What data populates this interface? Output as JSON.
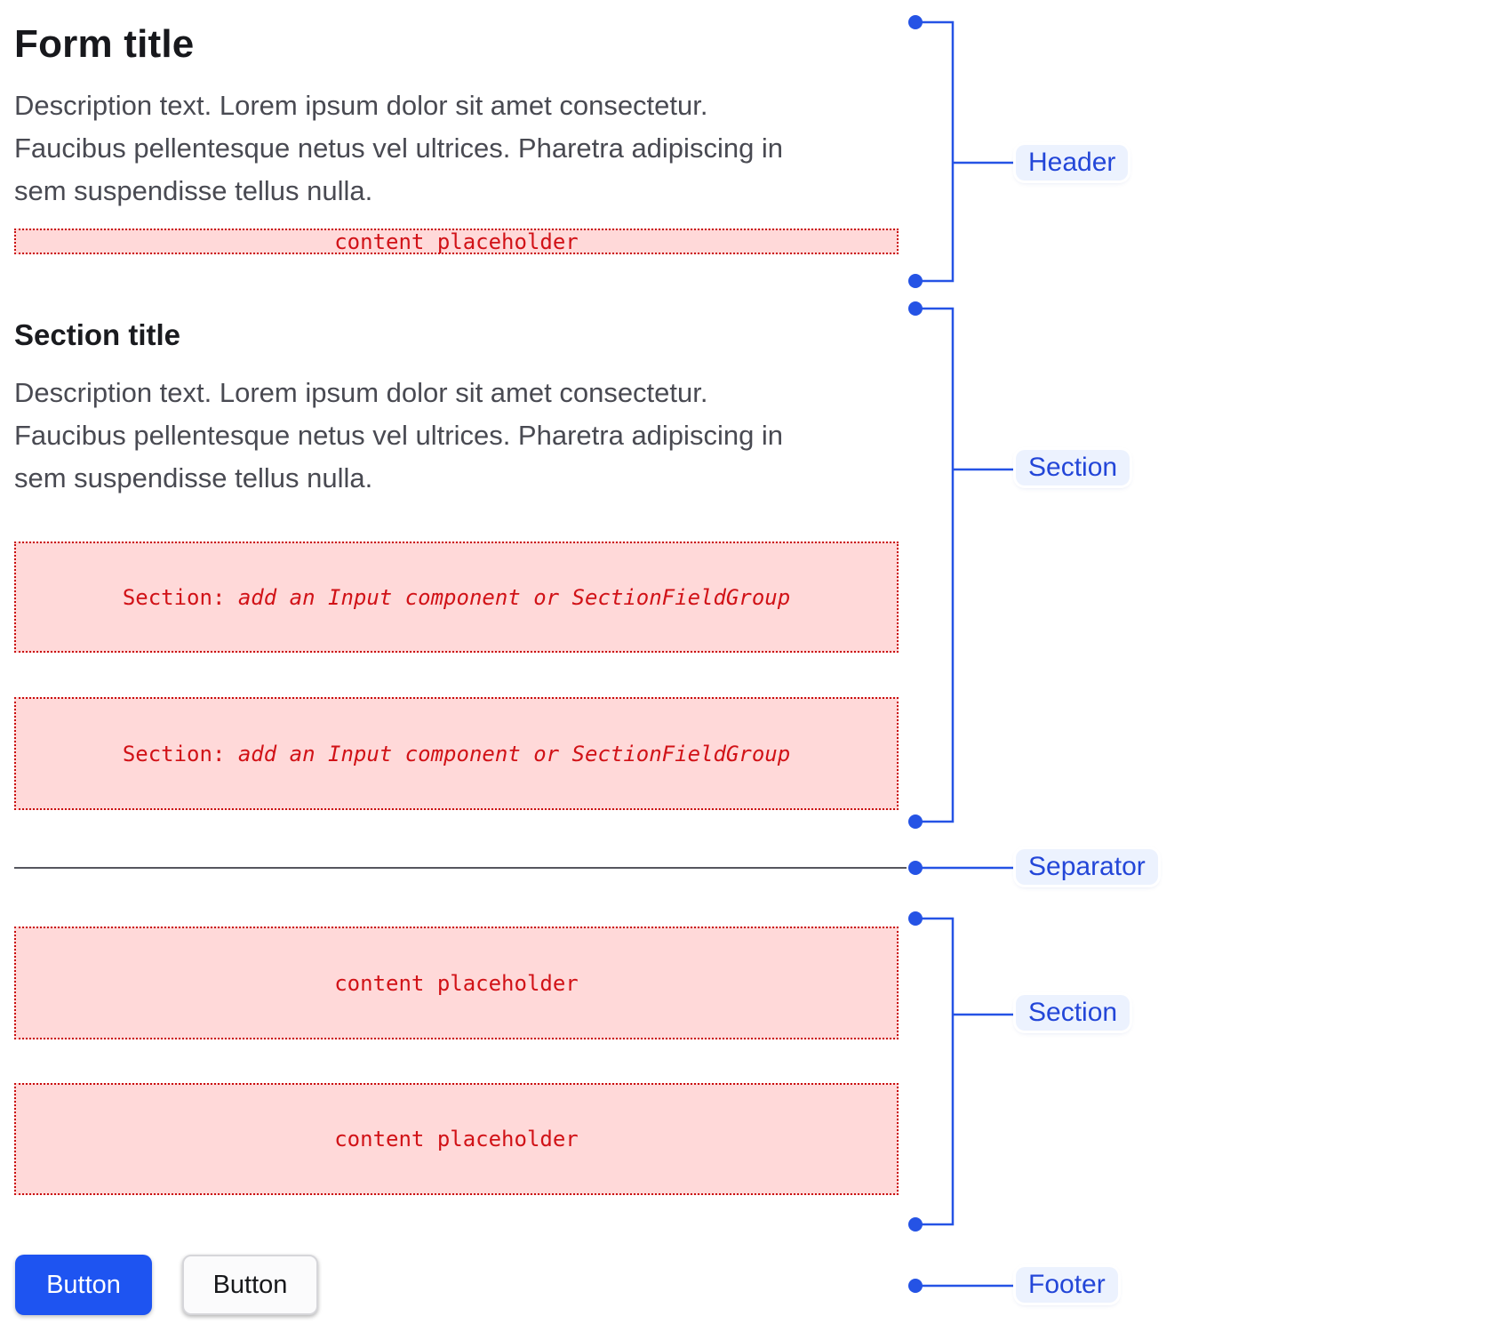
{
  "form": {
    "title": "Form title",
    "description_lines": [
      "Description text. Lorem ipsum dolor sit amet consectetur.",
      "Faucibus pellentesque netus vel ultrices. Pharetra adipiscing in",
      "sem suspendisse tellus nulla."
    ],
    "header_content_placeholder": "content placeholder",
    "section": {
      "title": "Section title",
      "description_lines": [
        "Description text. Lorem ipsum dolor sit amet consectetur.",
        "Faucibus pellentesque netus vel ultrices. Pharetra adipiscing in",
        "sem suspendisse tellus nulla."
      ],
      "input_placeholder_prefix": "Section: ",
      "input_placeholder_rest": "add an Input component or SectionFieldGroup"
    },
    "content_placeholder": "content placeholder",
    "footer": {
      "primary_button_label": "Button",
      "secondary_button_label": "Button"
    }
  },
  "annotations": {
    "header_label": "Header",
    "section_label_1": "Section",
    "separator_label": "Separator",
    "section_label_2": "Section",
    "footer_label": "Footer"
  },
  "colors": {
    "annotation_blue": "#2553e5",
    "label_text_blue": "#2346d8",
    "label_fill": "#ecf2fe",
    "placeholder_fill": "#ffd9d9",
    "placeholder_border": "#c90d0d",
    "placeholder_text": "#d11217",
    "primary_button_fill": "#1e54f1",
    "separator_gray": "#55565e",
    "title_text": "#17181c",
    "description_text": "#494a52"
  }
}
